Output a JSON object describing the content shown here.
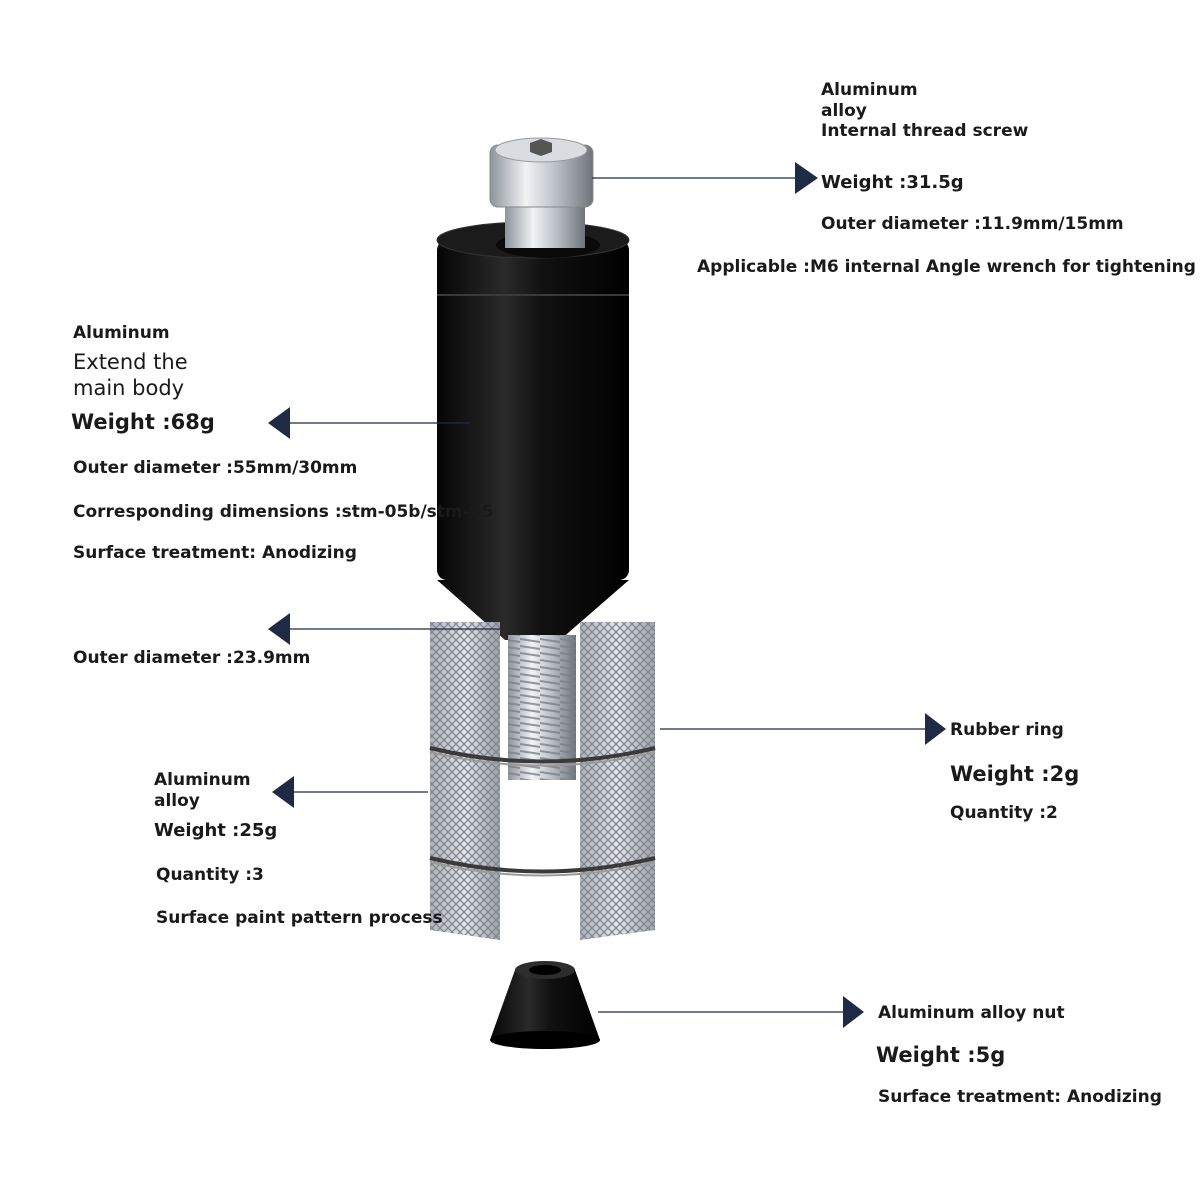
{
  "screw": {
    "title1": "Aluminum",
    "title2": "alloy",
    "title3": "Internal thread screw",
    "weight": "Weight :31.5g",
    "outer_diameter": "Outer diameter :11.9mm/15mm",
    "applicable": "Applicable :M6 internal Angle wrench for tightening"
  },
  "body": {
    "title1": "Aluminum",
    "title2": "Extend the",
    "title3": "main body",
    "weight": "Weight :68g",
    "outer_diameter": "Outer diameter :55mm/30mm",
    "dimensions": "Corresponding dimensions :stm-05b/stm-05",
    "surface": "Surface treatment: Anodizing"
  },
  "bolt": {
    "outer_diameter": "Outer diameter :23.9mm"
  },
  "rubber_ring": {
    "title": "Rubber ring",
    "weight": "Weight :2g",
    "quantity": "Quantity :2"
  },
  "sleeve": {
    "title1": "Aluminum",
    "title2": "alloy",
    "weight": "Weight :25g",
    "quantity": "Quantity :3",
    "surface": "Surface paint pattern process"
  },
  "nut": {
    "title": "Aluminum alloy nut",
    "weight": "Weight :5g",
    "surface": "Surface treatment: Anodizing"
  },
  "colors": {
    "arrow": "#1f2a44",
    "anodized_black": "#0d0d0d",
    "aluminum": "#c9ccd1"
  }
}
